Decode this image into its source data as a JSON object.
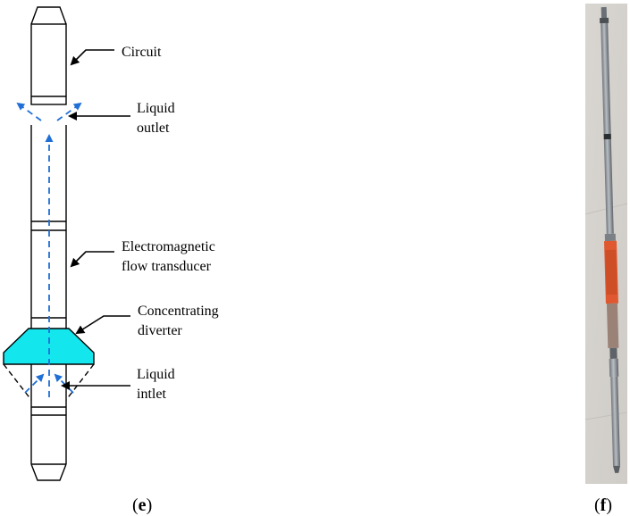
{
  "labels": {
    "circuit": "Circuit",
    "liquid_outlet_1": "Liquid",
    "liquid_outlet_2": "outlet",
    "transducer_1": "Electromagnetic",
    "transducer_2": "flow transducer",
    "diverter_1": "Concentrating",
    "diverter_2": "diverter",
    "liquid_inlet_1": "Liquid",
    "liquid_inlet_2": "intlet"
  },
  "panels": {
    "e": {
      "open": "(",
      "letter": "e",
      "close": ")"
    },
    "f": {
      "open": "(",
      "letter": "f",
      "close": ")"
    }
  },
  "colors": {
    "line": "#000000",
    "flow_arrow": "#1f6fd6",
    "diverter_fill": "#14e6ee",
    "photo_wall": "#dcdad6",
    "tool_metal": "#8f959b",
    "tool_sleeve": "#e0582f"
  },
  "icons": {
    "leader_arrow": "arrow-left-down-icon",
    "flow_arrow": "dashed-blue-arrow-icon"
  }
}
